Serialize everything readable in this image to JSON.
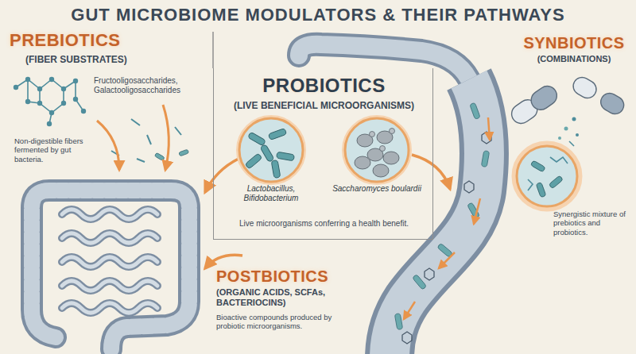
{
  "diagram": {
    "title": "GUT MICROBIOME MODULATORS & THEIR PATHWAYS",
    "nodes": [
      {
        "text": [
          "PREBIOTICS",
          "(FIBER SUBSTRATES)",
          "Fructooligosaccharides, Galactooligosaccharides",
          "Non-digestible fibers fermented by gut bacteria."
        ]
      },
      {
        "text": [
          "PROBIOTICS",
          "(LIVE BENEFICIAL MICROORGANISMS)",
          "Live microorganisms conferring a health benefit."
        ]
      },
      {
        "text": [
          "Lactobacillus, Bifidobacterium"
        ],
        "in": 1
      },
      {
        "text": [
          "Saccharomyces boulardii"
        ],
        "in": 1
      },
      {
        "text": [
          "SYNBIOTICS",
          "(COMBINATIONS)",
          "Synergistic mixture of prebiotics and probiotics."
        ]
      },
      {
        "text": [
          "POSTBIOTICS",
          "(ORGANIC ACIDS, SCFAs, BACTERIOCINS)",
          "Bioactive compounds produced by probiotic microorganisms."
        ]
      }
    ]
  }
}
